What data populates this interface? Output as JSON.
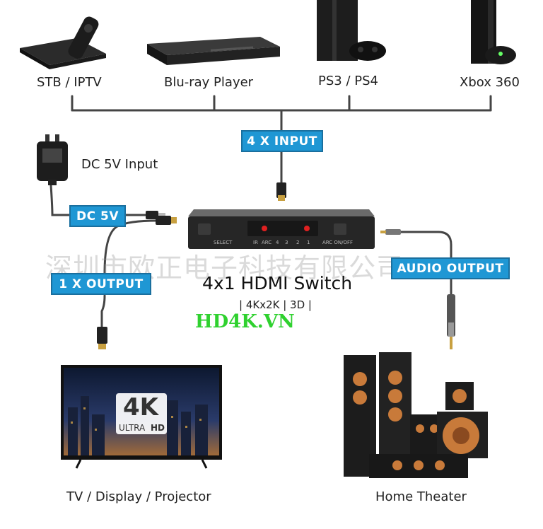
{
  "devices": {
    "stb": "STB / IPTV",
    "bluray": "Blu-ray Player",
    "ps": "PS3 / PS4",
    "xbox": "Xbox 360",
    "dc_input": "DC 5V Input",
    "tv": "TV / Display / Projector",
    "home_theater": "Home Theater"
  },
  "tags": {
    "input": "4 X INPUT",
    "dc": "DC 5V",
    "output": "1 X OUTPUT",
    "audio": "AUDIO OUTPUT"
  },
  "switch": {
    "title": "4x1 HDMI Switch",
    "subtitle": "| 4Kx2K | 3D |",
    "panel_select": "SELECT",
    "panel_ir": "IR",
    "panel_arc": "ARC",
    "panel_n4": "4",
    "panel_n3": "3",
    "panel_n2": "2",
    "panel_n1": "1",
    "panel_arc_onoff": "ARC ON/OFF"
  },
  "tv_screen": {
    "big": "4K",
    "brand_a": "ULTRA",
    "brand_b": "HD"
  },
  "watermark": {
    "chinese": "深圳市欧正电子科技有限公司",
    "site": "HD4K.VN"
  },
  "colors": {
    "tag_blue": "#1f97d4",
    "line": "#444444",
    "watermark_green": "#2fd12f"
  }
}
